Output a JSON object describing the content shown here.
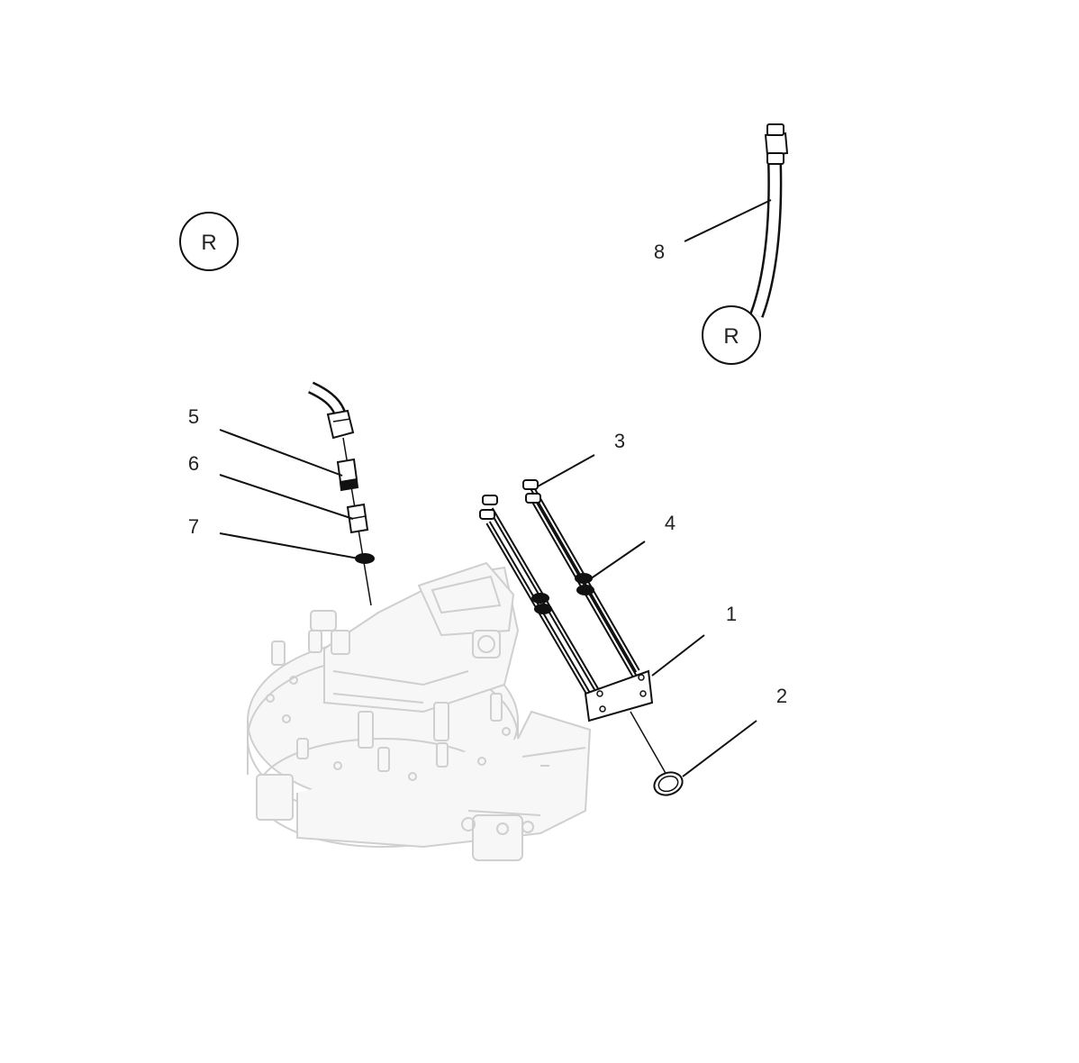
{
  "ref_circles": [
    {
      "id": "ref-left",
      "label": "R"
    },
    {
      "id": "ref-right",
      "label": "R"
    }
  ],
  "callouts": [
    {
      "id": "1",
      "label": "1"
    },
    {
      "id": "2",
      "label": "2"
    },
    {
      "id": "3",
      "label": "3"
    },
    {
      "id": "4",
      "label": "4"
    },
    {
      "id": "5",
      "label": "5"
    },
    {
      "id": "6",
      "label": "6"
    },
    {
      "id": "7",
      "label": "7"
    },
    {
      "id": "8",
      "label": "8"
    }
  ]
}
